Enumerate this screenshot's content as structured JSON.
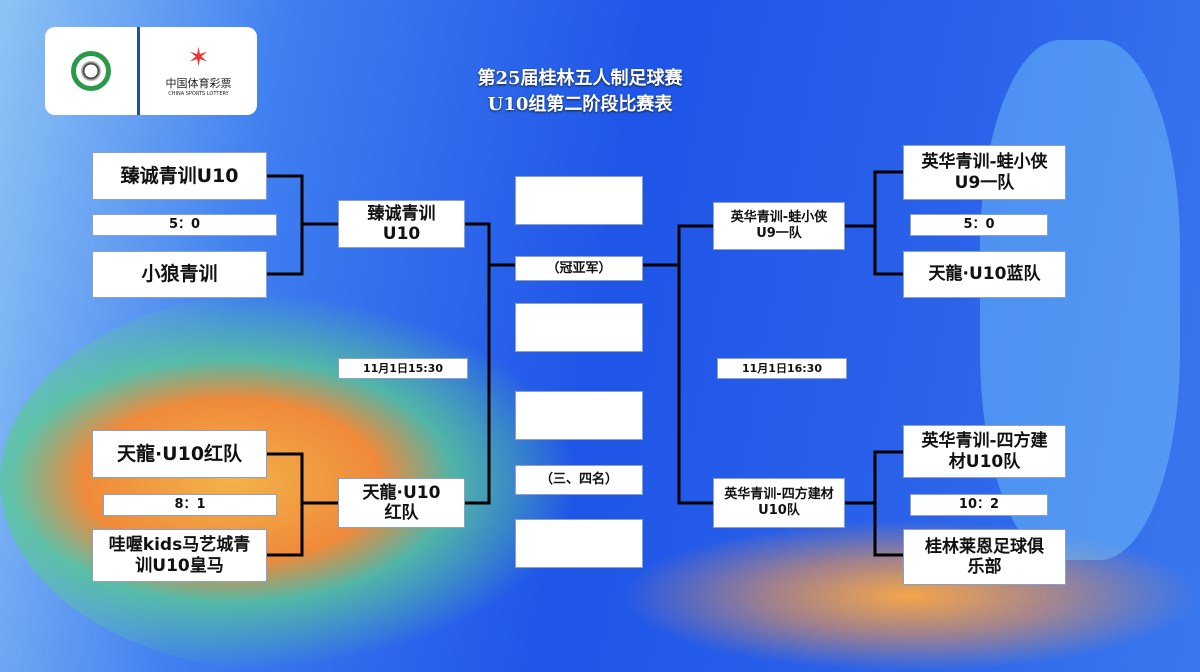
{
  "logo": {
    "text_cn": "中国体育彩票",
    "text_en": "CHINA SPORTS LOTTERY"
  },
  "title": {
    "line1": "第25届桂林五人制足球赛",
    "line2": "U10组第二阶段比赛表"
  },
  "left": {
    "match1": {
      "team_a": "臻诚青训U10",
      "score": "5：0",
      "team_b": "小狼青训",
      "winner": "臻诚青训U10"
    },
    "match2": {
      "team_a": "天龍·U10红队",
      "score": "8：1",
      "team_b": "哇喔kids马艺城青训U10皇马",
      "winner": "天龍·U10红队"
    },
    "date": "11月1日15:30"
  },
  "right": {
    "match1": {
      "team_a": "英华青训-蛙小侠U9一队",
      "score": "5：0",
      "team_b": "天龍·U10蓝队",
      "winner": "英华青训-蛙小侠U9一队"
    },
    "match2": {
      "team_a": "英华青训-四方建材U10队",
      "score": "10：2",
      "team_b": "桂林莱恩足球俱乐部",
      "winner": "英华青训-四方建材U10队"
    },
    "date": "11月1日16:30"
  },
  "center": {
    "final_label": "（冠亚军）",
    "third_label": "（三、四名）"
  }
}
